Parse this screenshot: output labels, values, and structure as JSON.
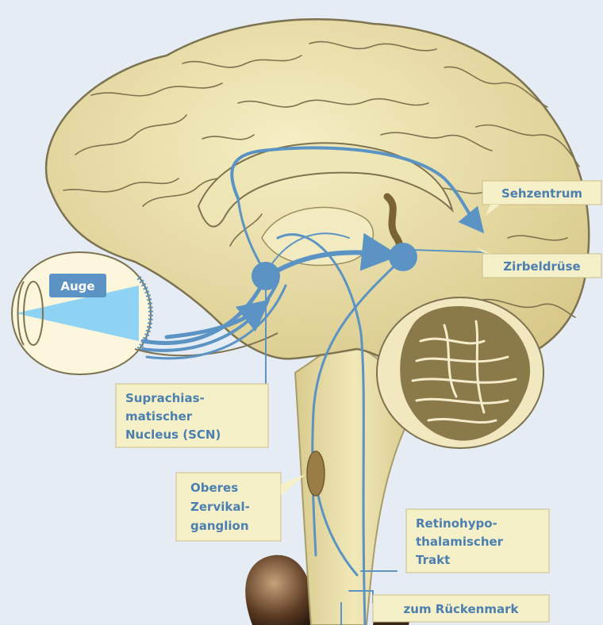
{
  "labels": {
    "auge": "Auge",
    "sehzentrum": "Sehzentrum",
    "zirbeldruese": "Zirbeldrüse",
    "scn": [
      "Suprachias-",
      "matischer",
      "Nucleus (SCN)"
    ],
    "ganglion": [
      "Oberes",
      "Zervikal-",
      "ganglion"
    ],
    "trakt": [
      "Retinohypo-",
      "thalamischer",
      "Trakt"
    ],
    "rueckenmark": "zum Rückenmark"
  },
  "colors": {
    "background": "#e6ecf4",
    "brain": "#e9dfa8",
    "brain_outline": "#7e7350",
    "cerebellum": "#8a7a4a",
    "pathway": "#5b93c4",
    "label_box": "#f6f0c9",
    "label_text": "#4a7fb0",
    "eye_light": "#8fd3f4"
  }
}
